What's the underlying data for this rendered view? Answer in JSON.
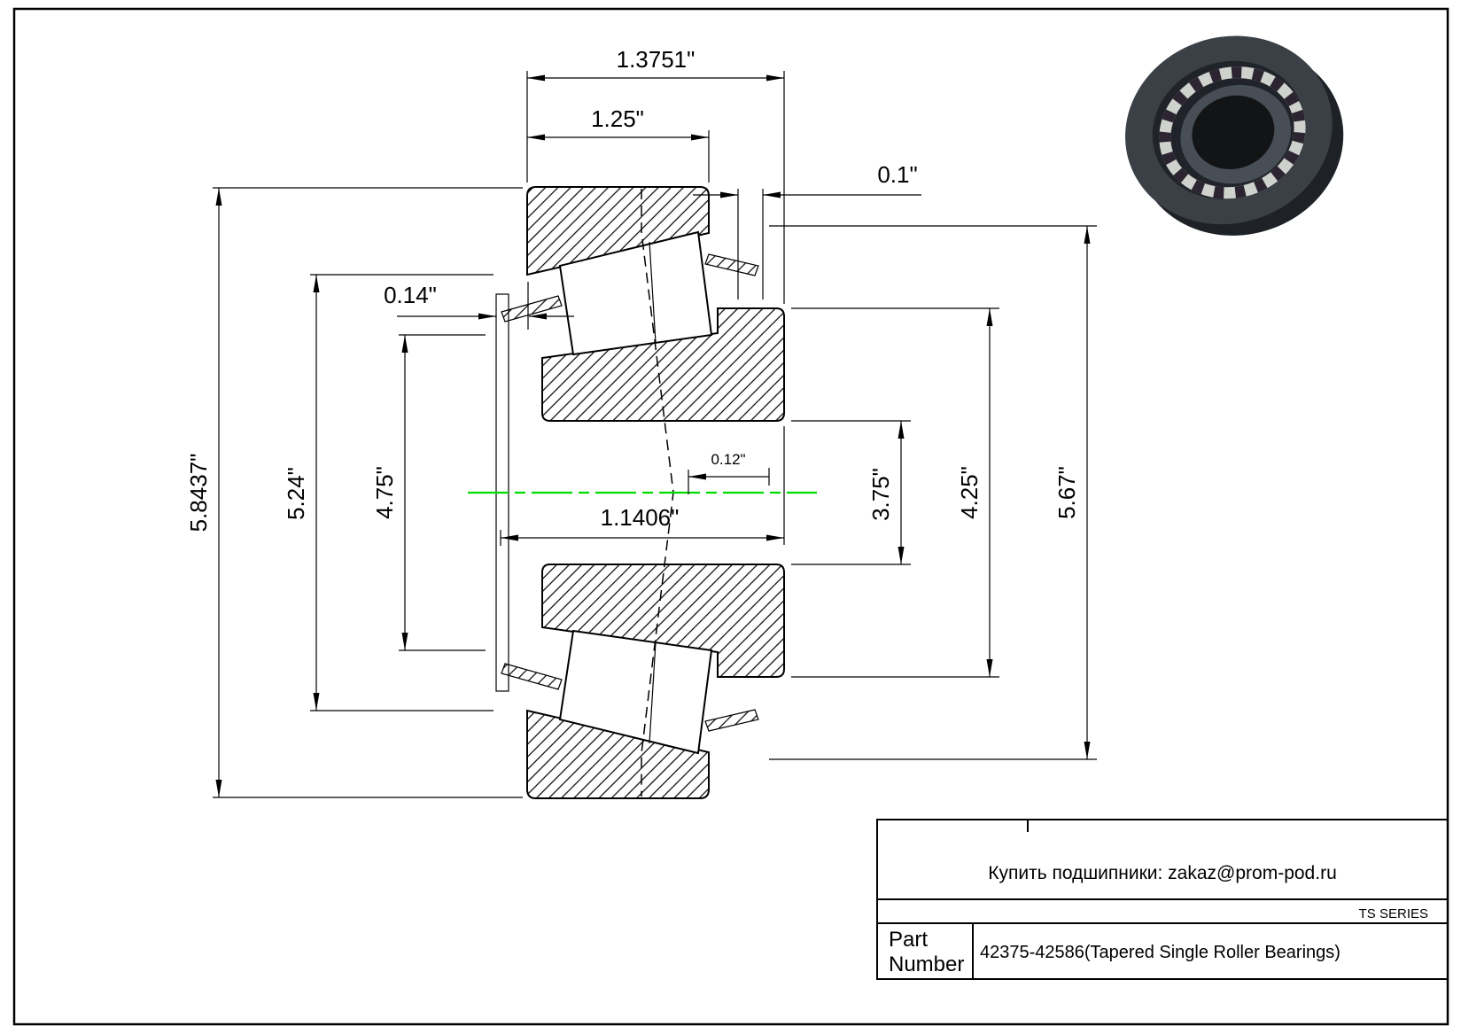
{
  "drawing": {
    "dims": {
      "overall_width": "1.3751\"",
      "cone_width": "1.25\"",
      "cup_offset": "0.1\"",
      "front_offset": "0.14\"",
      "flange_od": "5.8437\"",
      "cup_inner_od": "5.24\"",
      "cage_od": "4.75\"",
      "bore_length": "1.1406\"",
      "center_offset": "0.12\"",
      "bore_dia": "3.75\"",
      "rib_dia": "4.25\"",
      "cup_od": "5.67\""
    }
  },
  "title_block": {
    "contact": "Купить подшипники: zakaz@prom-pod.ru",
    "series_label": "TS SERIES",
    "part_label_line1": "Part",
    "part_label_line2": "Number",
    "part_value": "42375-42586(Tapered Single Roller Bearings)"
  },
  "colors": {
    "centerline": "#00dc00",
    "outline": "#000000"
  }
}
